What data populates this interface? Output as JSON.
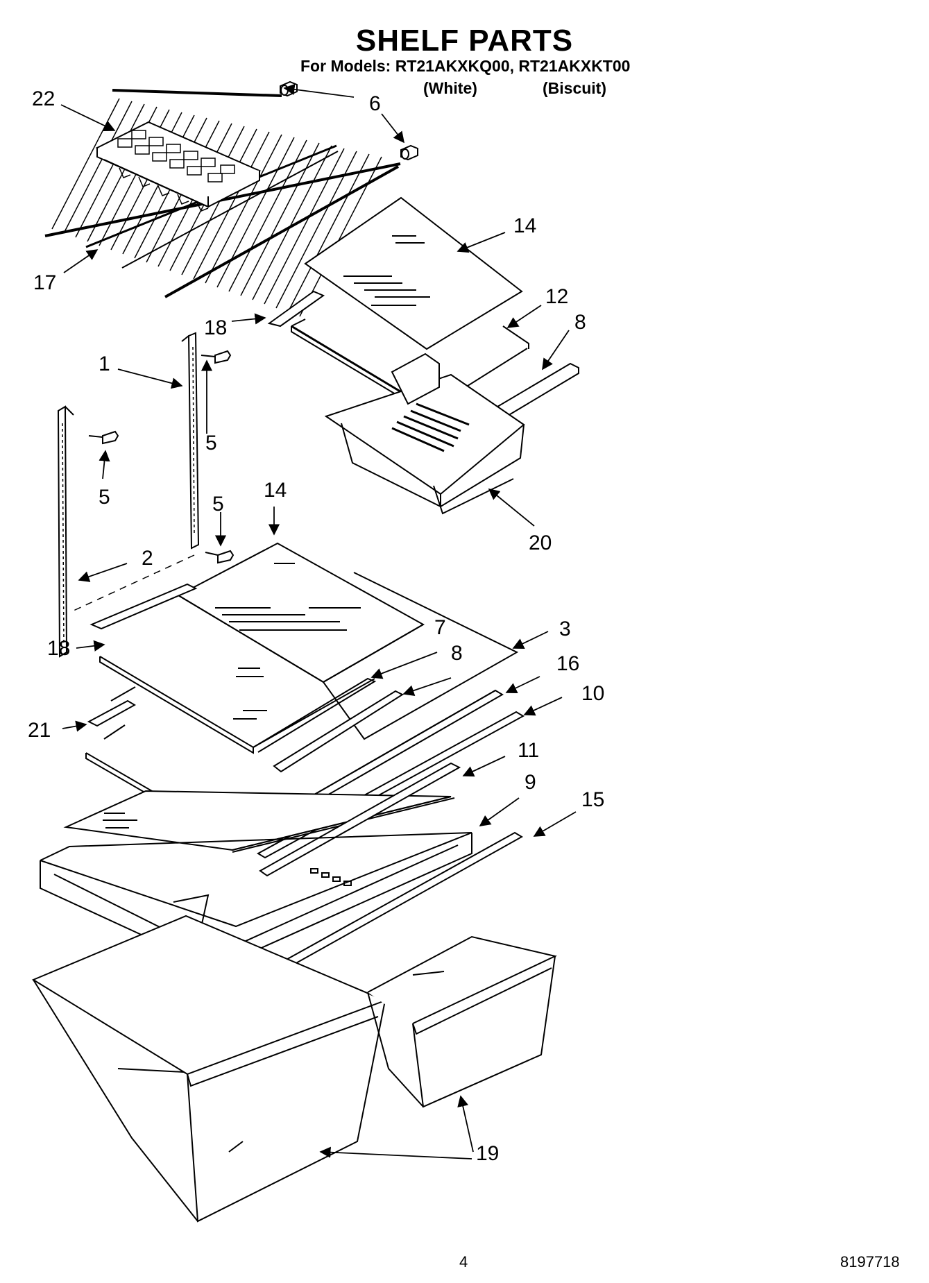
{
  "header": {
    "title": "SHELF PARTS",
    "models_line": "For Models: RT21AKXKQ00, RT21AKXKT00",
    "variant_white": "(White)",
    "variant_biscuit": "(Biscuit)"
  },
  "callouts": [
    "22",
    "6",
    "6",
    "17",
    "14",
    "12",
    "8",
    "18",
    "1",
    "5",
    "5",
    "5",
    "20",
    "14",
    "2",
    "3",
    "18",
    "7",
    "8",
    "16",
    "10",
    "21",
    "11",
    "9",
    "15",
    "19"
  ],
  "footer": {
    "page_number": "4",
    "document_number": "8197718"
  }
}
